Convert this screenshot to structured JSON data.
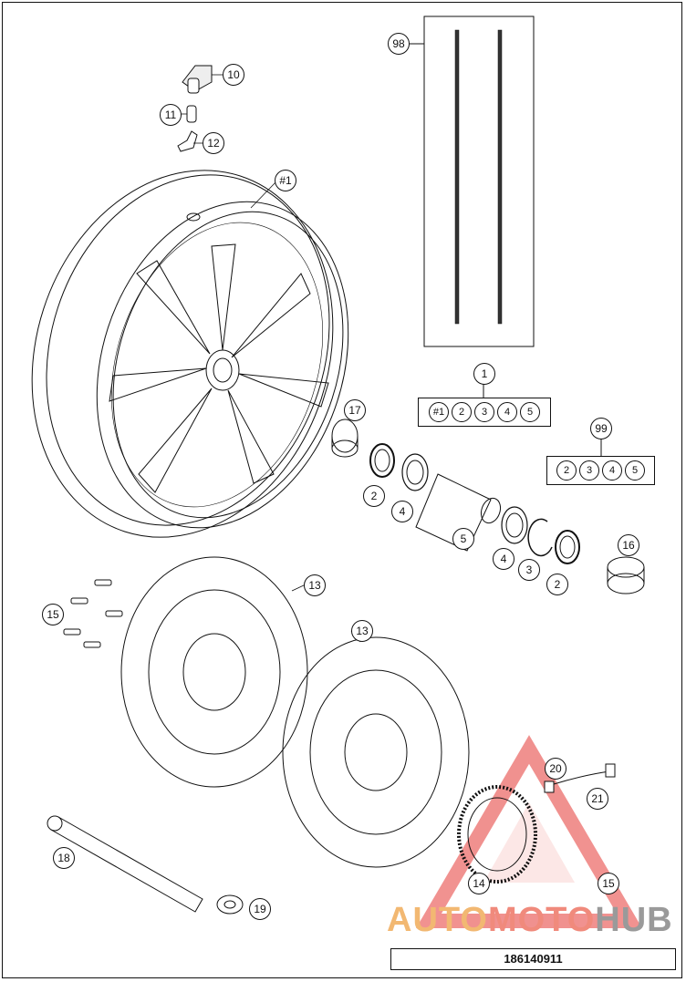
{
  "callouts": {
    "c98": "98",
    "c10": "10",
    "c11": "11",
    "c12": "12",
    "c_rim": "#1",
    "c1": "1",
    "c17": "17",
    "c99": "99",
    "c2a": "2",
    "c4a": "4",
    "c5": "5",
    "c4b": "4",
    "c3": "3",
    "c2b": "2",
    "c16": "16",
    "c13a": "13",
    "c13b": "13",
    "c15a": "15",
    "c18": "18",
    "c19": "19",
    "c20": "20",
    "c21": "21",
    "c14": "14",
    "c15b": "15"
  },
  "kit1": [
    "#1",
    "2",
    "3",
    "4",
    "5"
  ],
  "kit99": [
    "2",
    "3",
    "4",
    "5"
  ],
  "document_number": "186140911",
  "watermark": {
    "part1": "AUTO",
    "part2": "MOTO",
    "part3": "HUB",
    "color_auto": "#f2b872",
    "color_moto": "#f08a7c",
    "color_hub": "#9a9a9a",
    "triangle_color": "#e53935"
  }
}
